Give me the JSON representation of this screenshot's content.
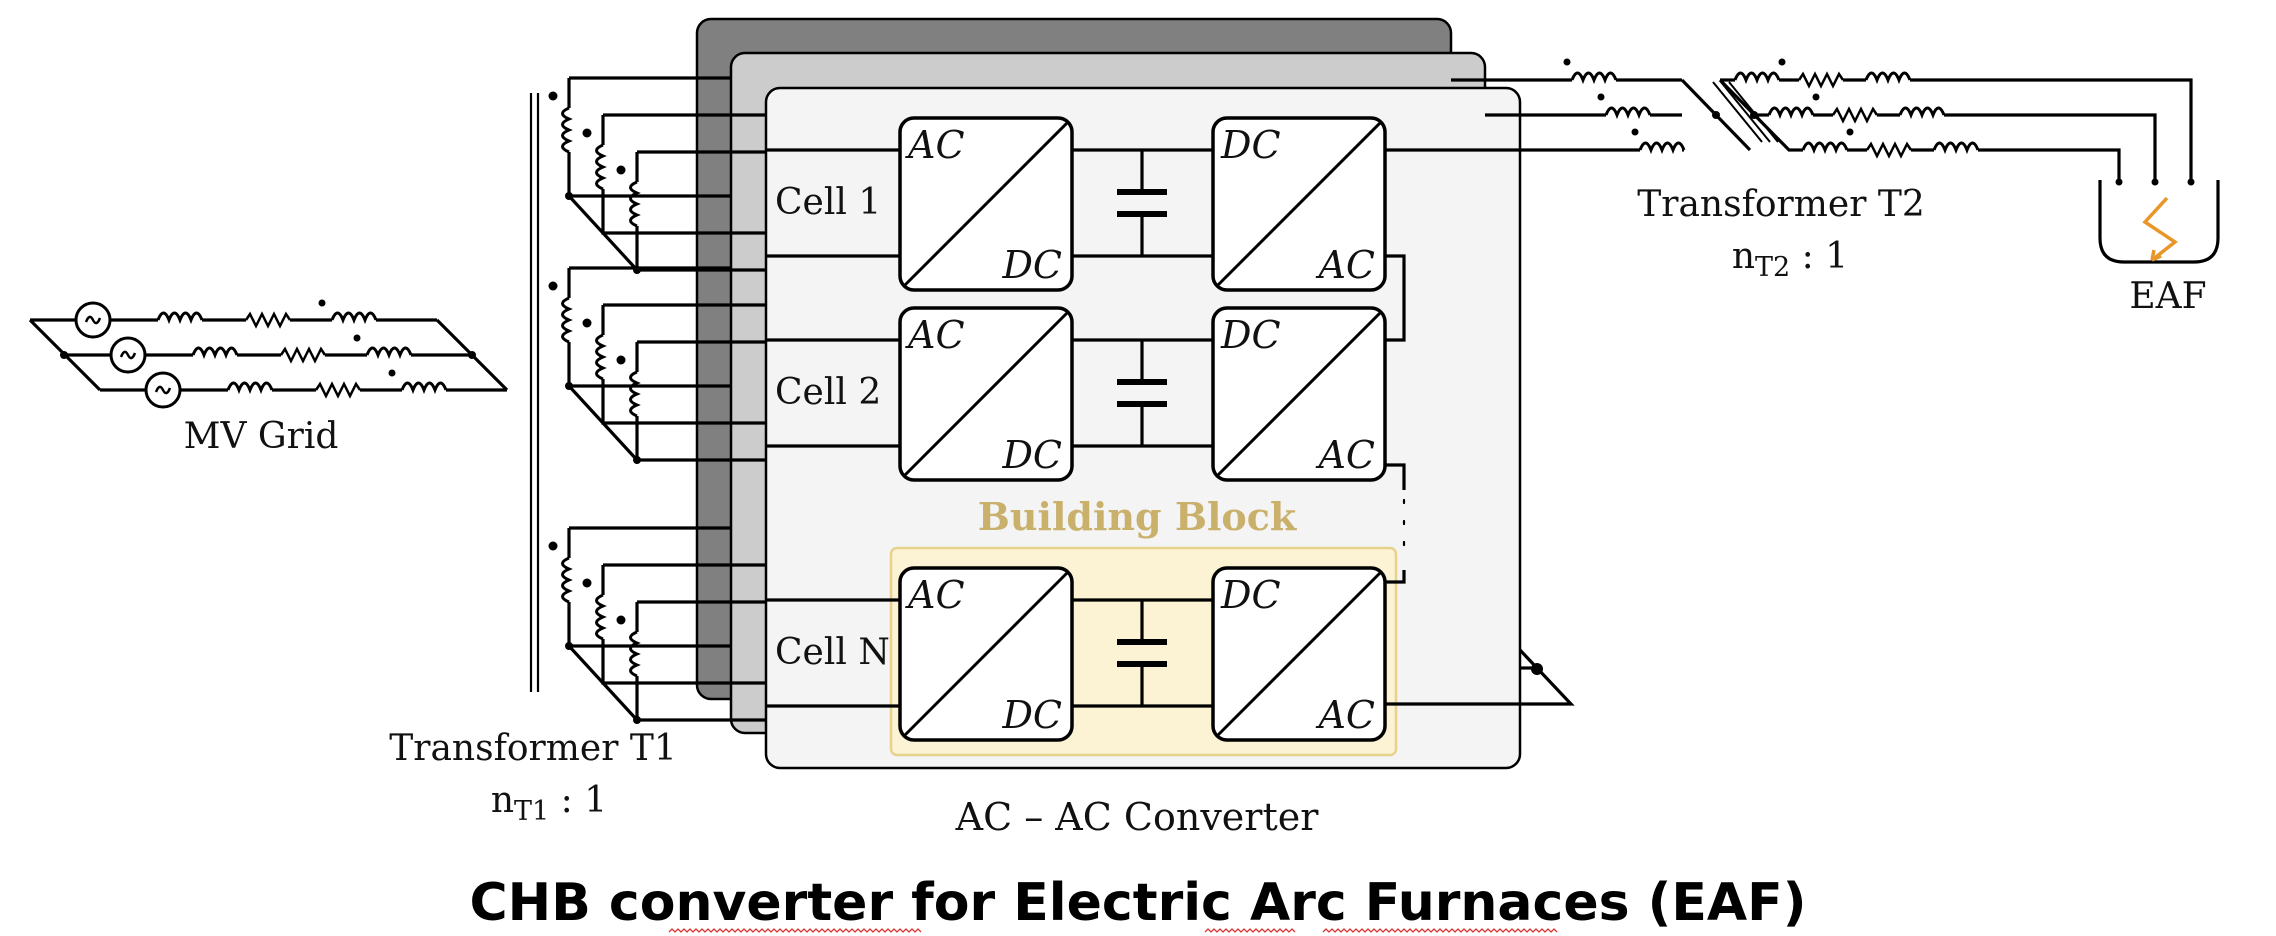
{
  "title": "CHB converter for Electric Arc Furnaces (EAF)",
  "title_spellcheck_underlined_words": [
    "converter",
    "Arc",
    "Furnaces"
  ],
  "labels": {
    "mv_grid": "MV Grid",
    "transformer_t1": "Transformer T1",
    "t1_ratio_n": "n",
    "t1_ratio_sub": "T1",
    "t1_ratio_rest": " : 1",
    "transformer_t2": "Transformer T2",
    "t2_ratio_n": "n",
    "t2_ratio_sub": "T2",
    "t2_ratio_rest": " : 1",
    "eaf": "EAF",
    "converter": "AC – AC Converter",
    "building_block": "Building Block"
  },
  "cells": [
    {
      "label": "Cell 1",
      "rectifier": {
        "top": "AC",
        "bottom": "DC"
      },
      "inverter": {
        "top": "DC",
        "bottom": "AC"
      }
    },
    {
      "label": "Cell 2",
      "rectifier": {
        "top": "AC",
        "bottom": "DC"
      },
      "inverter": {
        "top": "DC",
        "bottom": "AC"
      }
    },
    {
      "label": "Cell N",
      "rectifier": {
        "top": "AC",
        "bottom": "DC"
      },
      "inverter": {
        "top": "DC",
        "bottom": "AC"
      }
    }
  ],
  "colors": {
    "panel_back": "#808080",
    "panel_mid": "#cccccc",
    "panel_front": "#f4f4f4",
    "building_block_fill": "#fcf3d4",
    "building_block_stroke": "#e6d28c",
    "building_block_text": "#c9b06b",
    "arc_color": "#e8962a"
  }
}
